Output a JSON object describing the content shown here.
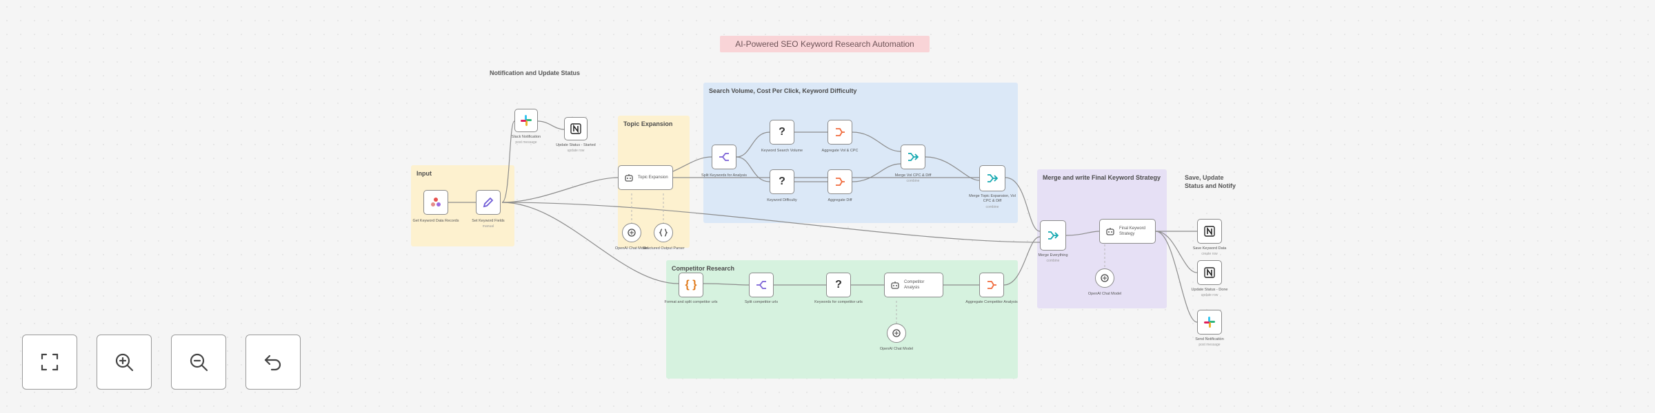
{
  "workflow_title": "AI-Powered SEO Keyword Research Automation",
  "groups": {
    "notification": "Notification and Update Status",
    "input": "Input",
    "topic": "Topic Expansion",
    "search": "Search Volume, Cost Per Click, Keyword Difficulty",
    "competitor": "Competitor Research",
    "merge": "Merge and write Final Keyword Strategy",
    "save": "Save, Update Status and Notify"
  },
  "nodes": {
    "n1": {
      "label": "Get Keyword Data Records",
      "sub": "",
      "icon": "airtable-icon"
    },
    "n2": {
      "label": "Set Keyword Fields",
      "sub": "manual",
      "icon": "pencil-icon"
    },
    "n3": {
      "label": "Slack Notification",
      "sub": "post message",
      "icon": "slack-icon"
    },
    "n4": {
      "label": "Update Status - Started",
      "sub": "update row",
      "icon": "notion-icon"
    },
    "n5": {
      "label": "Topic Expansion",
      "sub": "",
      "icon": "ai-agent-icon"
    },
    "n6": {
      "label": "OpenAI Chat Model",
      "sub": "",
      "icon": "openai-icon"
    },
    "n7": {
      "label": "Structured Output Parser",
      "sub": "",
      "icon": "parser-icon"
    },
    "n8": {
      "label": "Split Keywords for Analysis",
      "sub": "",
      "icon": "split-icon"
    },
    "n9": {
      "label": "Keyword Search Volume",
      "sub": "",
      "icon": "http-icon"
    },
    "n10": {
      "label": "Keyword Difficulty",
      "sub": "",
      "icon": "http-icon"
    },
    "n11": {
      "label": "Aggregate Vol & CPC",
      "sub": "",
      "icon": "aggregate-icon"
    },
    "n12": {
      "label": "Aggregate Diff",
      "sub": "",
      "icon": "aggregate-icon"
    },
    "n13": {
      "label": "Merge Vol CPC & Diff",
      "sub": "combine",
      "icon": "merge-icon"
    },
    "n14": {
      "label": "Merge Topic Expansion, Vol CPC & Diff",
      "sub": "combine",
      "icon": "merge-icon"
    },
    "n15": {
      "label": "Format and split competitor urls",
      "sub": "",
      "icon": "code-icon"
    },
    "n16": {
      "label": "Split competitor urls",
      "sub": "",
      "icon": "split-icon"
    },
    "n17": {
      "label": "Keywords for competitor urls",
      "sub": "",
      "icon": "http-icon"
    },
    "n18": {
      "label": "Competitor Analysis",
      "sub": "",
      "icon": "ai-agent-icon"
    },
    "n19": {
      "label": "OpenAI Chat Model",
      "sub": "",
      "icon": "openai-icon"
    },
    "n20": {
      "label": "Aggregate Competitor Analysis",
      "sub": "",
      "icon": "aggregate-icon"
    },
    "n21": {
      "label": "Merge Everything",
      "sub": "combine",
      "icon": "merge-icon"
    },
    "n22": {
      "label": "Final Keyword Strategy",
      "sub": "",
      "icon": "ai-agent-icon"
    },
    "n23": {
      "label": "OpenAI Chat Model",
      "sub": "",
      "icon": "openai-icon"
    },
    "n24": {
      "label": "Save Keyword Data",
      "sub": "create row",
      "icon": "notion-icon"
    },
    "n25": {
      "label": "Update Status - Done",
      "sub": "update row",
      "icon": "notion-icon"
    },
    "n26": {
      "label": "Send Notification",
      "sub": "post message",
      "icon": "slack-icon"
    }
  },
  "controls": {
    "fit": "fit-view-icon",
    "zoom_in": "zoom-in-icon",
    "zoom_out": "zoom-out-icon",
    "undo": "undo-icon"
  }
}
